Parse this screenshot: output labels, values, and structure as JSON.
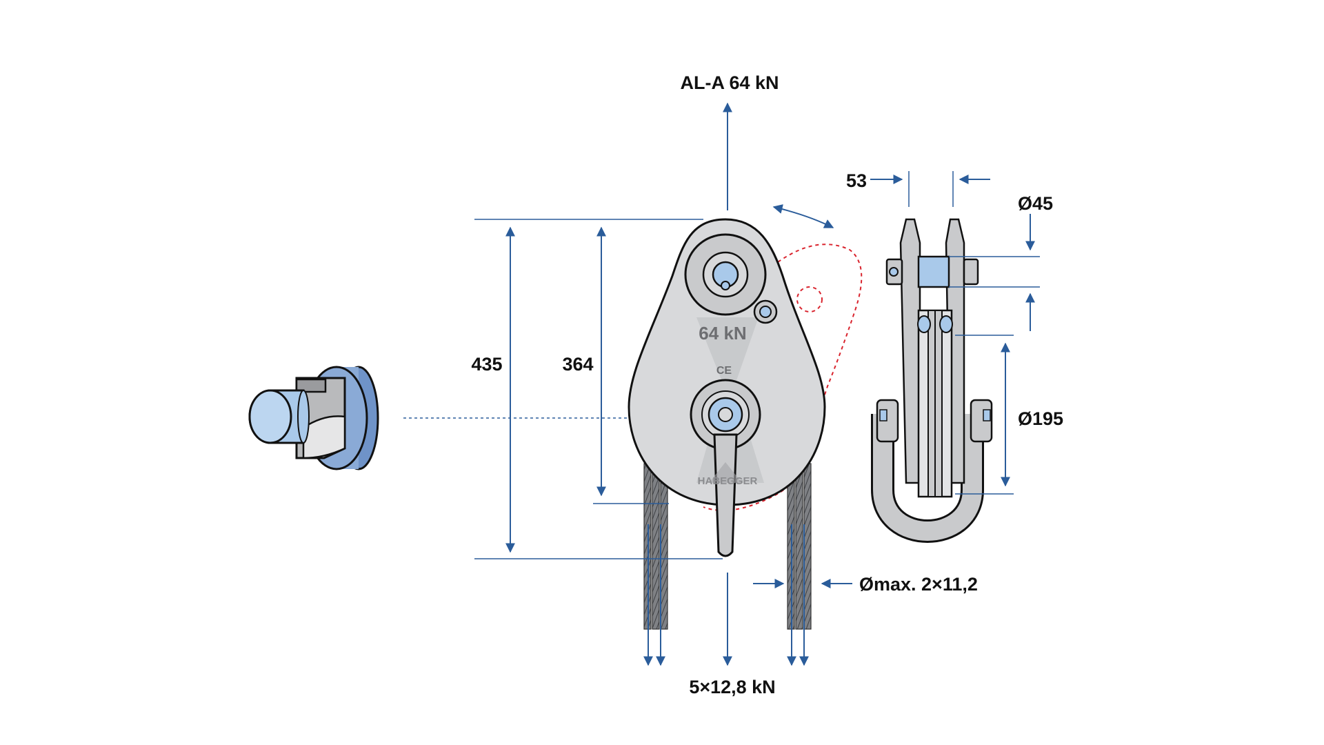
{
  "title": "AL-A 64 kN",
  "labels": {
    "width": "53",
    "pin_diameter": "Ø45",
    "total_height": "435",
    "inner_height": "364",
    "sheave_diameter": "Ø195",
    "rope_diameter": "Ømax. 2×11,2",
    "load": "5×12,8 kN"
  },
  "plate_markings": {
    "rating": "64 kN",
    "ce": "CE",
    "brand": "HABEGGER"
  },
  "colors": {
    "dimension_line": "#2a5c9a",
    "body": "#d8d9db",
    "pin": "#a9c9ea",
    "swing_path": "#d9232d",
    "text": "#111111"
  },
  "icons": {
    "adapter_view": "cylindrical-adapter-icon",
    "swing_arrow": "rotation-arrow-icon"
  }
}
